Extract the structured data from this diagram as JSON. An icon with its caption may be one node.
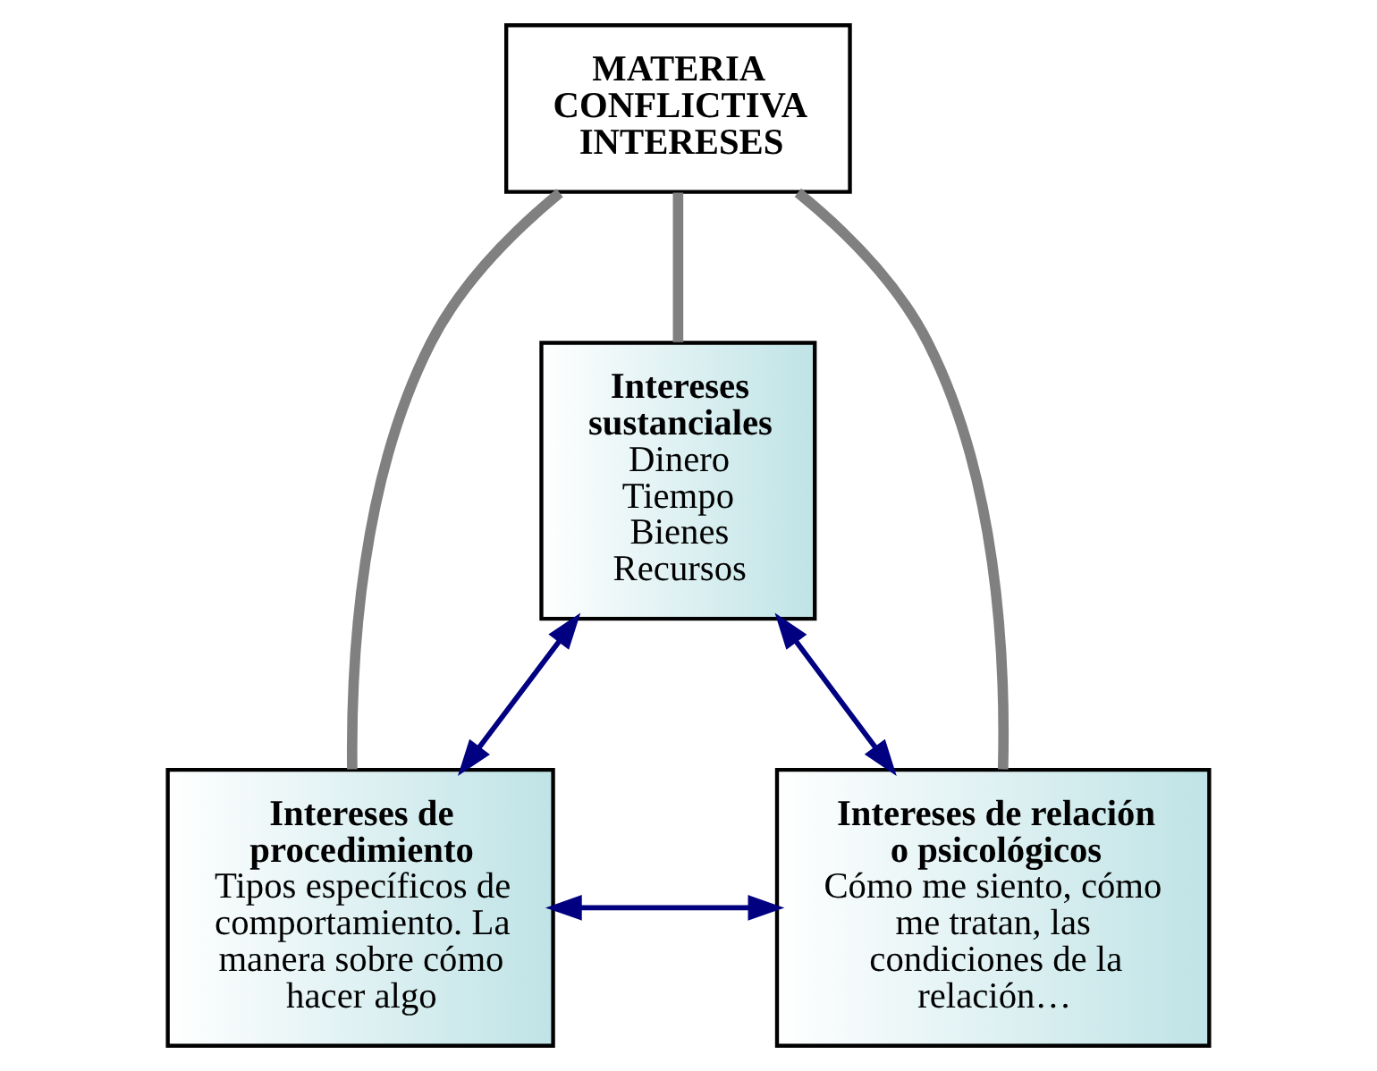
{
  "diagram": {
    "nodes": [
      {
        "text": [
          "Intereses sustanciales",
          "Dinero",
          "Tiempo",
          "Bienes",
          "Recursos"
        ]
      },
      {
        "text": [
          "MATERIA CONFLICTIVA",
          "INTERESES"
        ]
      },
      {
        "text": [
          "Intereses de procedimiento",
          "Tipos específicos de comportamiento. La manera sobre cómo hacer algo"
        ]
      },
      {
        "text": [
          "Intereses de relación o psicológicos",
          "Cómo me siento, cómo me tratan, las condiciones de la relación…"
        ]
      }
    ],
    "edges": [
      {
        "from": 1,
        "to": 0,
        "arrow": "none",
        "style": "thick",
        "color": "#808080"
      },
      {
        "from": 1,
        "to": 2,
        "arrow": "none",
        "style": "thick",
        "color": "#808080"
      },
      {
        "from": 1,
        "to": 3,
        "arrow": "none",
        "style": "thick",
        "color": "#808080"
      },
      {
        "from": 0,
        "to": 2,
        "arrow": "both",
        "color": "#000080"
      },
      {
        "from": 0,
        "to": 3,
        "arrow": "both",
        "color": "#000080"
      },
      {
        "from": 2,
        "to": 3,
        "arrow": "both",
        "color": "#000080"
      }
    ]
  }
}
